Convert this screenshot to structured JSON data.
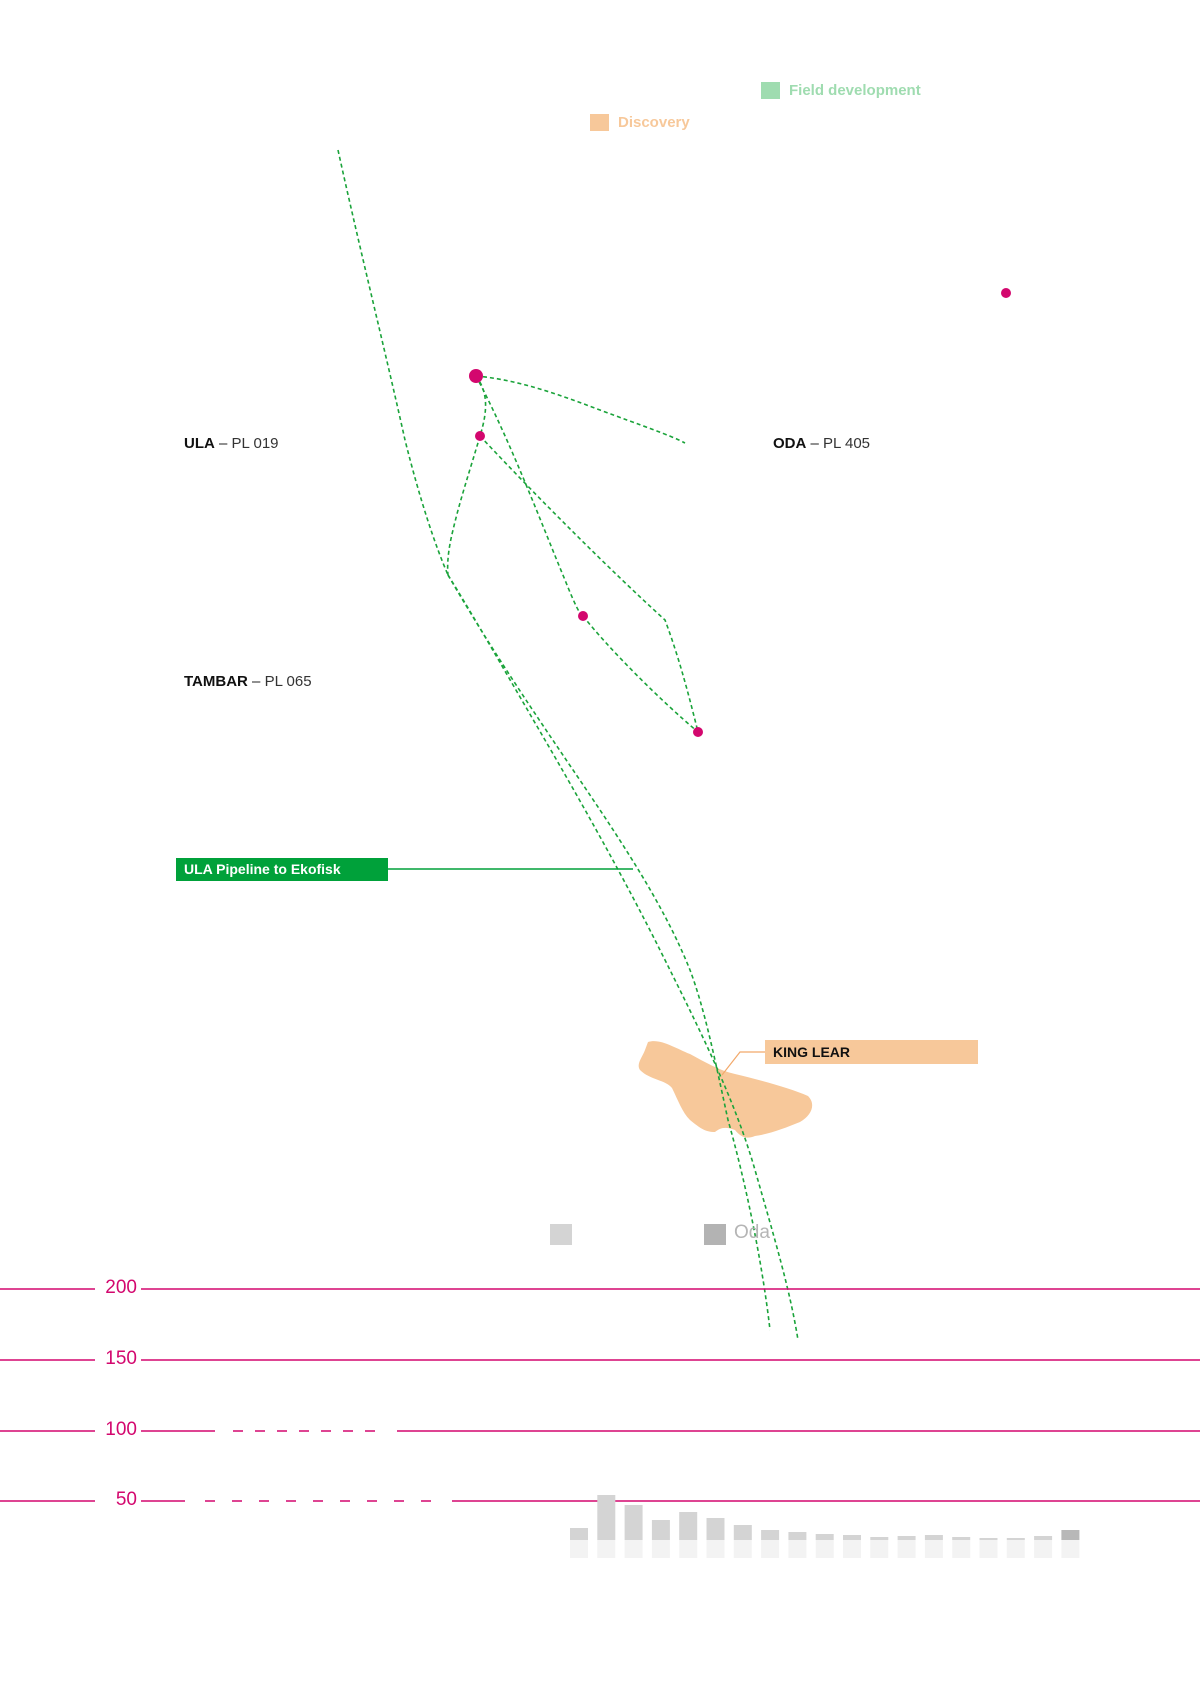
{
  "legend": {
    "field_development": {
      "label": "Field development",
      "color": "#9fdcb0"
    },
    "discovery": {
      "label": "Discovery",
      "color": "#f7c89a"
    }
  },
  "fields": {
    "ula": {
      "name": "ULA",
      "sep": " – ",
      "licence": "PL 019"
    },
    "oda": {
      "name": "ODA",
      "sep": " – ",
      "licence": "PL 405"
    },
    "tambar": {
      "name": "TAMBAR",
      "sep": " – ",
      "licence": "PL 065"
    }
  },
  "pipeline": {
    "label": "ULA Pipeline to Ekofisk",
    "color": "#00a13a"
  },
  "discovery_area": {
    "label": "KING LEAR",
    "color": "#f7c89a"
  },
  "ghost_legend": {
    "label": "Oda"
  },
  "colors": {
    "accent": "#d3076e",
    "route": "#1aa33a",
    "bar": "#d4d4d4"
  },
  "depth_axis": {
    "values": [
      200,
      150,
      100,
      50
    ]
  },
  "chart_data": {
    "type": "bar",
    "values": [
      12,
      45,
      35,
      20,
      28,
      22,
      15,
      10,
      8,
      6,
      5,
      3,
      4,
      5,
      3,
      2,
      2,
      4,
      10
    ]
  }
}
